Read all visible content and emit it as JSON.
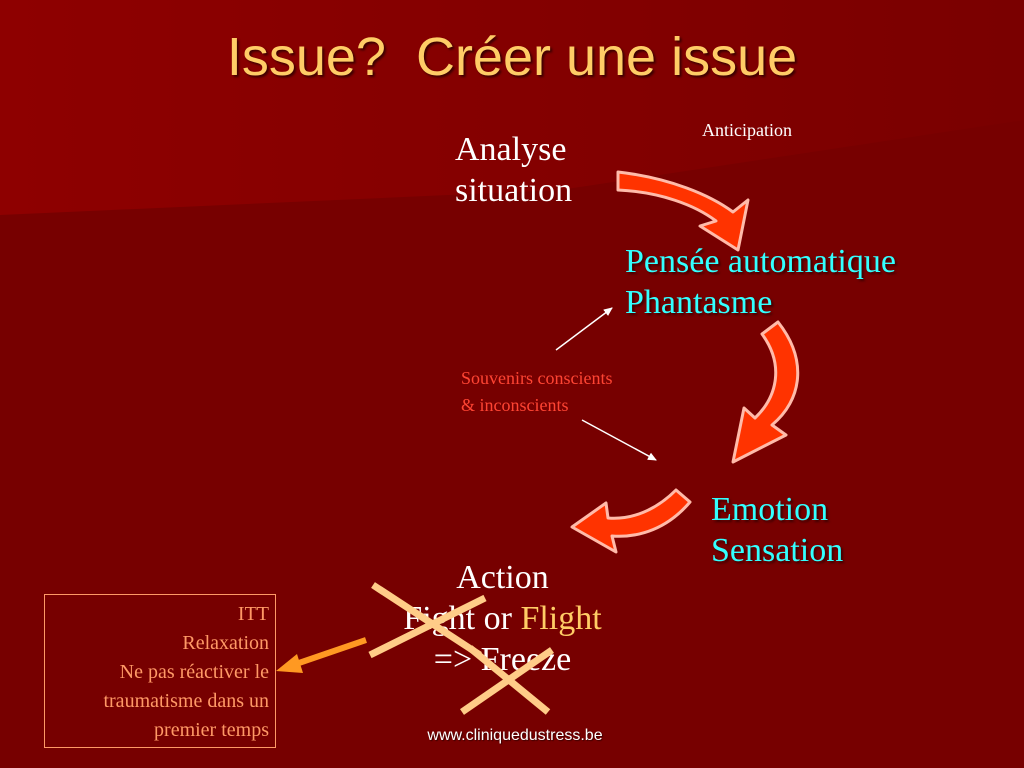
{
  "title": "Issue?  Créer une issue",
  "nodes": {
    "analyse": {
      "line1": "Analyse",
      "line2": "situation"
    },
    "anticipation": "Anticipation",
    "pensee": {
      "line1": "Pensée automatique",
      "line2": "Phantasme"
    },
    "souvenirs": {
      "line1": "Souvenirs conscients",
      "line2": "& inconscients"
    },
    "emotion": {
      "line1": "Emotion",
      "line2": "Sensation"
    },
    "action": {
      "line1": "Action",
      "fight": "Fight",
      "or": " or ",
      "flight": "Flight",
      "line3": "=> Freeze"
    }
  },
  "itt_box": {
    "lines": [
      "ITT",
      "Relaxation",
      "Ne pas réactiver le",
      "traumatisme dans un",
      "premier temps"
    ]
  },
  "footer": "www.cliniquedustress.be",
  "colors": {
    "background": "#7a0000",
    "title": "#ffcc66",
    "cyan_text": "#33ffff",
    "arrow_fill": "#ff3300",
    "arrow_outline": "#ffbbaa",
    "cross": "#ffcc88",
    "orange_arrow": "#ff9922",
    "flight": "#ffcc66",
    "souvenirs": "#ff4433"
  }
}
